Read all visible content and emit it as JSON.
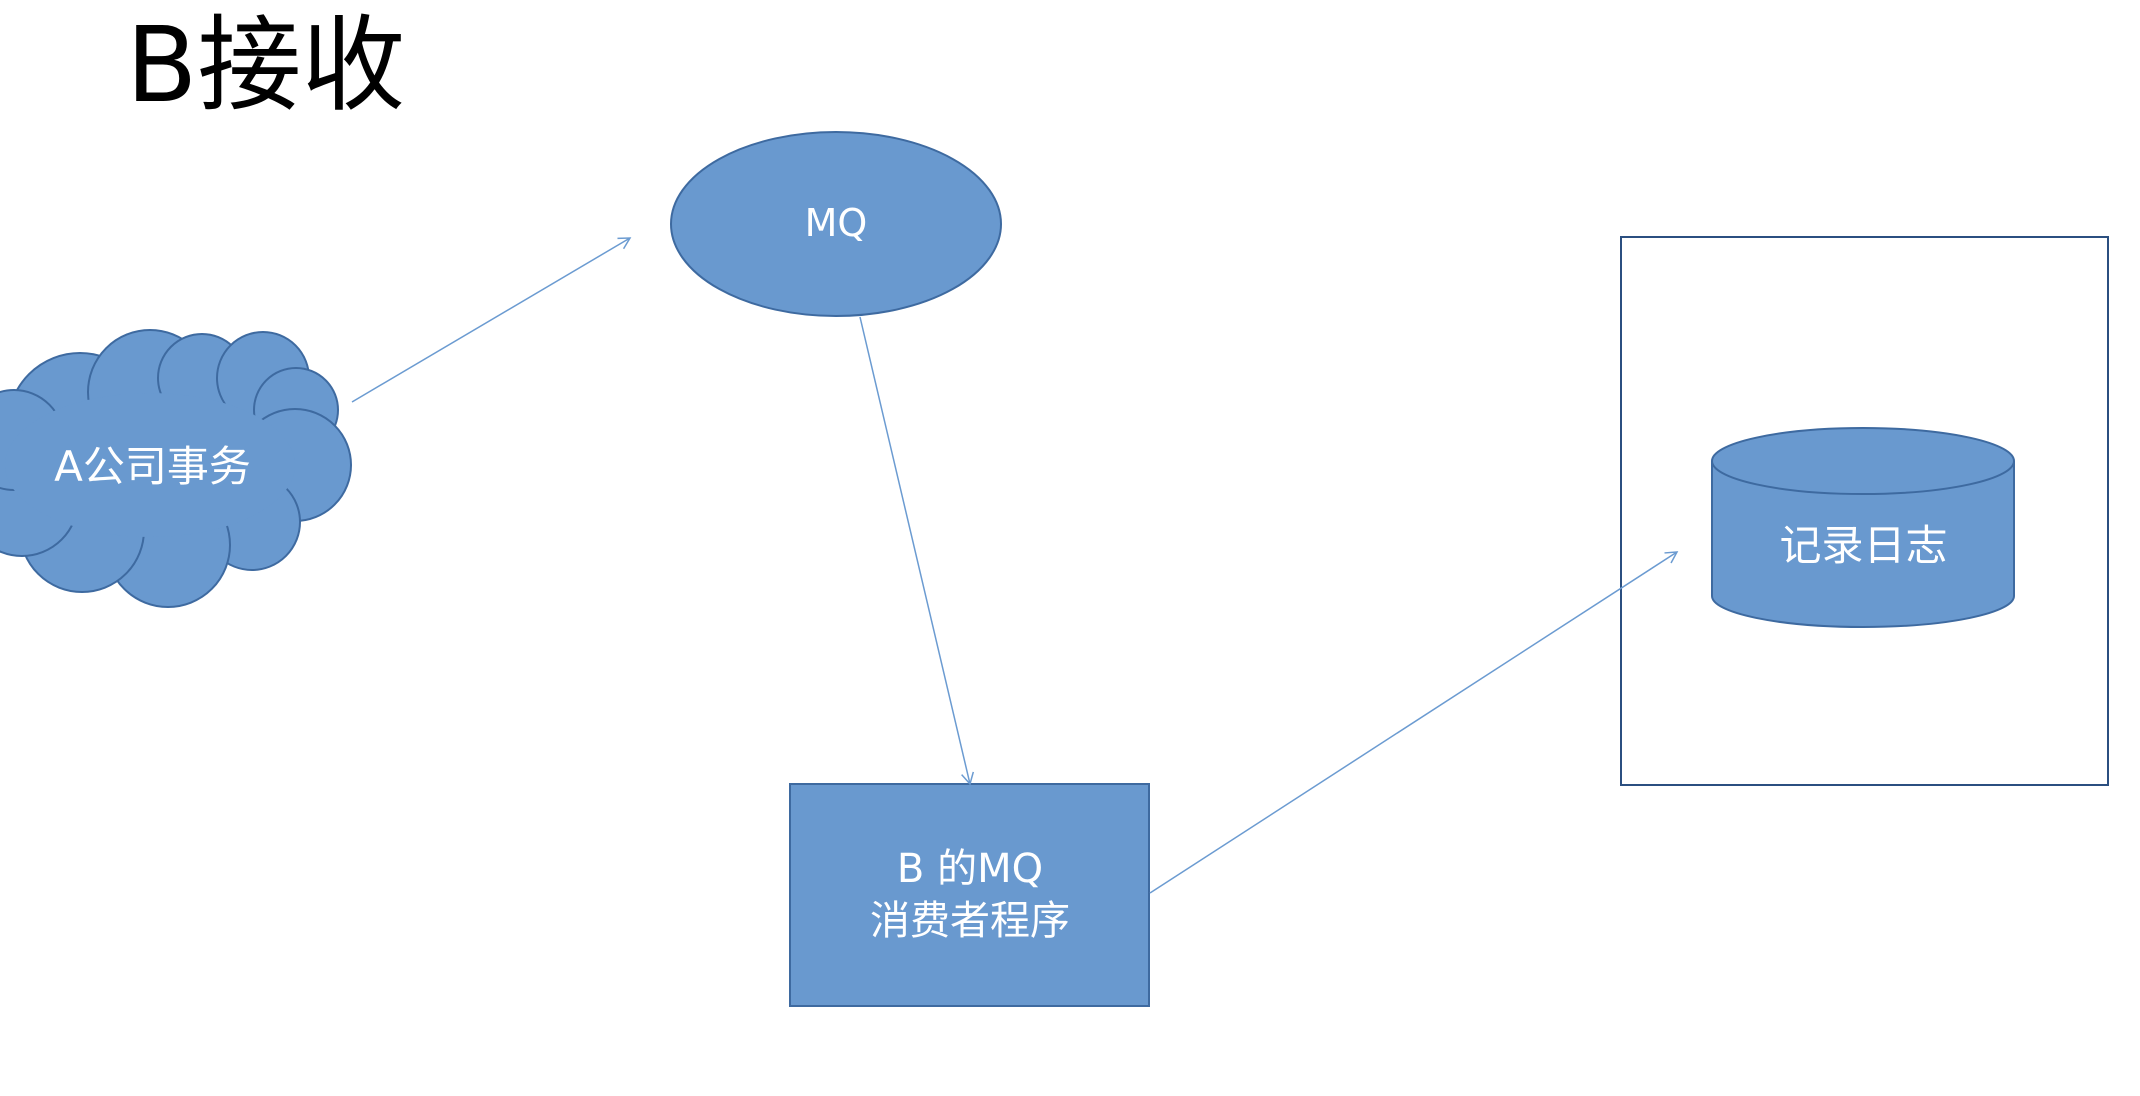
{
  "title": "B接收",
  "colors": {
    "shape_fill": "#6999cf",
    "shape_stroke": "#3e6aa0",
    "arrow": "#6b9bd1",
    "frame": "#2b4f80",
    "label_text": "#ffffff"
  },
  "nodes": {
    "mq": {
      "label": "MQ",
      "shape": "ellipse"
    },
    "company_a": {
      "label": "A公司事务",
      "shape": "cloud"
    },
    "consumer": {
      "line1": "B 的MQ",
      "line2": "消费者程序",
      "shape": "rectangle"
    },
    "log_db": {
      "label": "记录日志",
      "shape": "cylinder"
    }
  },
  "edges": [
    {
      "from": "company_a",
      "to": "mq"
    },
    {
      "from": "mq",
      "to": "consumer"
    },
    {
      "from": "consumer",
      "to": "log_db"
    }
  ]
}
